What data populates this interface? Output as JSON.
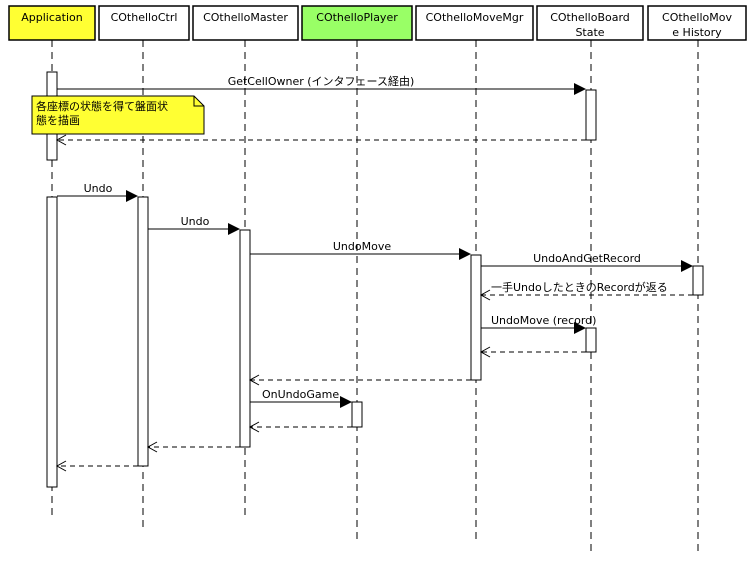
{
  "colors": {
    "default_fill": "#ffffff",
    "application_fill": "#ffff33",
    "player_fill": "#99ff66",
    "note_fill": "#ffff33"
  },
  "participants": [
    {
      "id": "app",
      "lines": [
        "Application"
      ],
      "fill": "#ffff33"
    },
    {
      "id": "ctrl",
      "lines": [
        "COthelloCtrl"
      ],
      "fill": "#ffffff"
    },
    {
      "id": "master",
      "lines": [
        "COthelloMaster"
      ],
      "fill": "#ffffff"
    },
    {
      "id": "player",
      "lines": [
        "COthelloPlayer"
      ],
      "fill": "#99ff66"
    },
    {
      "id": "movemgr",
      "lines": [
        "COthelloMoveMgr"
      ],
      "fill": "#ffffff"
    },
    {
      "id": "board",
      "lines": [
        "COthelloBoard",
        "State"
      ],
      "fill": "#ffffff"
    },
    {
      "id": "history",
      "lines": [
        "COthelloMov",
        "e History"
      ],
      "fill": "#ffffff"
    }
  ],
  "messages": [
    {
      "id": "getcellowner",
      "from": "app",
      "to": "board",
      "label": "GetCellOwner (インタフェース経由)",
      "kind": "call"
    },
    {
      "id": "getcellowner-return",
      "from": "board",
      "to": "app",
      "label": "",
      "kind": "return"
    },
    {
      "id": "undo-1",
      "from": "app",
      "to": "ctrl",
      "label": "Undo",
      "kind": "call"
    },
    {
      "id": "undo-2",
      "from": "ctrl",
      "to": "master",
      "label": "Undo",
      "kind": "call"
    },
    {
      "id": "undomove",
      "from": "master",
      "to": "movemgr",
      "label": "UndoMove",
      "kind": "call"
    },
    {
      "id": "undoandgetrecord",
      "from": "movemgr",
      "to": "history",
      "label": "UndoAndGetRecord",
      "kind": "call"
    },
    {
      "id": "record-return",
      "from": "history",
      "to": "movemgr",
      "label": "一手UndoしたときのRecordが返る",
      "kind": "return"
    },
    {
      "id": "undomove-record",
      "from": "movemgr",
      "to": "board",
      "label": "UndoMove (record)",
      "kind": "call"
    },
    {
      "id": "undomove-record-return",
      "from": "board",
      "to": "movemgr",
      "label": "",
      "kind": "return"
    },
    {
      "id": "undomove-return",
      "from": "movemgr",
      "to": "master",
      "label": "",
      "kind": "return"
    },
    {
      "id": "onundogame",
      "from": "master",
      "to": "player",
      "label": "OnUndoGame",
      "kind": "call"
    },
    {
      "id": "onundogame-return",
      "from": "player",
      "to": "master",
      "label": "",
      "kind": "return"
    },
    {
      "id": "undo-2-return",
      "from": "master",
      "to": "ctrl",
      "label": "",
      "kind": "return"
    },
    {
      "id": "undo-1-return",
      "from": "ctrl",
      "to": "app",
      "label": "",
      "kind": "return"
    }
  ],
  "note": {
    "lines": [
      "各座標の状態を得て盤面状",
      "態を描画"
    ]
  }
}
